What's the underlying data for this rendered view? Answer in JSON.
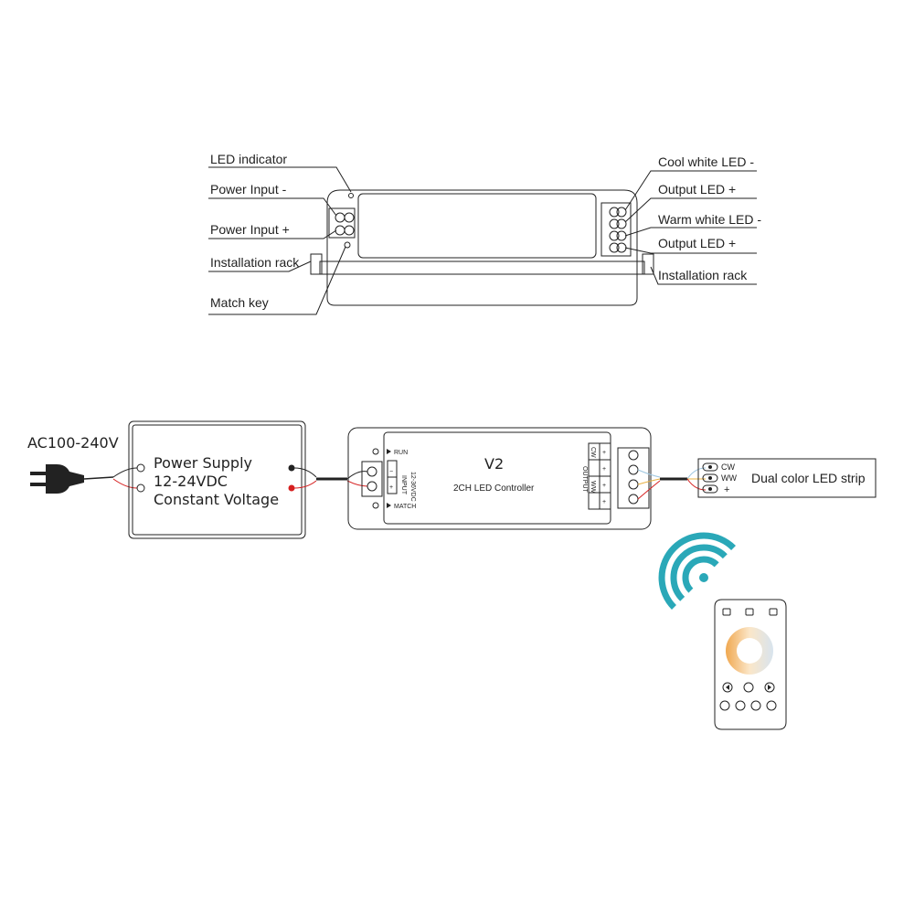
{
  "top_labels": {
    "led_indicator": "LED indicator",
    "power_input_minus": "Power Input -",
    "power_input_plus": "Power Input +",
    "installation_rack_left": "Installation rack",
    "match_key": "Match key",
    "cool_white_minus": "Cool white LED -",
    "output_plus_1": "Output LED +",
    "warm_white_minus": "Warm white LED -",
    "output_plus_2": "Output LED +",
    "installation_rack_right": "Installation rack"
  },
  "wiring": {
    "ac_label": "AC100-240V",
    "psu_line1": "Power Supply",
    "psu_line2": "12-24VDC",
    "psu_line3": "Constant Voltage",
    "controller_model": "V2",
    "controller_name": "2CH LED Controller",
    "run_label": "RUN",
    "match_label": "MATCH",
    "input_label": "INPUT",
    "input_voltage": "12-36VDC",
    "output_label": "OUTPUT",
    "cw_label": "CW",
    "ww_label": "WW",
    "plus_label": "+",
    "minus_label": "−",
    "strip_label": "Dual color LED strip",
    "strip_cw": "CW",
    "strip_ww": "WW",
    "strip_plus": "+"
  },
  "colors": {
    "wifi": "#2aa8b8",
    "red_wire": "#d62020",
    "warm": "#f0b060",
    "cool": "#dde8f0"
  }
}
